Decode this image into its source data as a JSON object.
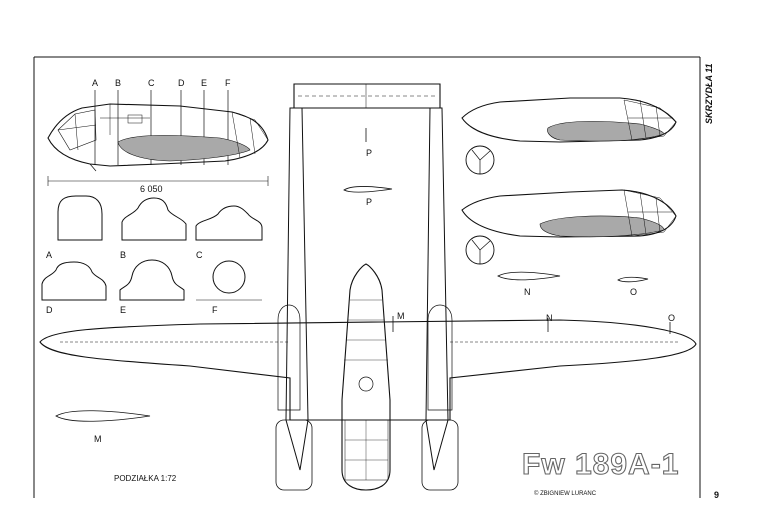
{
  "document": {
    "series_label": "SKRZYDŁA 11",
    "page_number": "9",
    "title": "Fw 189A-1",
    "scale_label": "PODZIAŁKA 1:72",
    "credit": "© ZBIGNIEW LURANC",
    "dimension": "6 050"
  },
  "station_labels": [
    "A",
    "B",
    "C",
    "D",
    "E",
    "F"
  ],
  "cross_sections": [
    {
      "label": "A"
    },
    {
      "label": "B"
    },
    {
      "label": "C"
    },
    {
      "label": "D"
    },
    {
      "label": "E"
    },
    {
      "label": "F"
    }
  ],
  "view_labels": {
    "tail_plane": "P",
    "tail_profile": "P",
    "wing_root": "M",
    "wing_profile": "M",
    "wing_section_n": "N",
    "wing_section_o": "O",
    "profile_n": "N",
    "profile_o": "O"
  },
  "colors": {
    "ink": "#111111",
    "fill": "#a9a9a9",
    "paper": "#ffffff"
  }
}
